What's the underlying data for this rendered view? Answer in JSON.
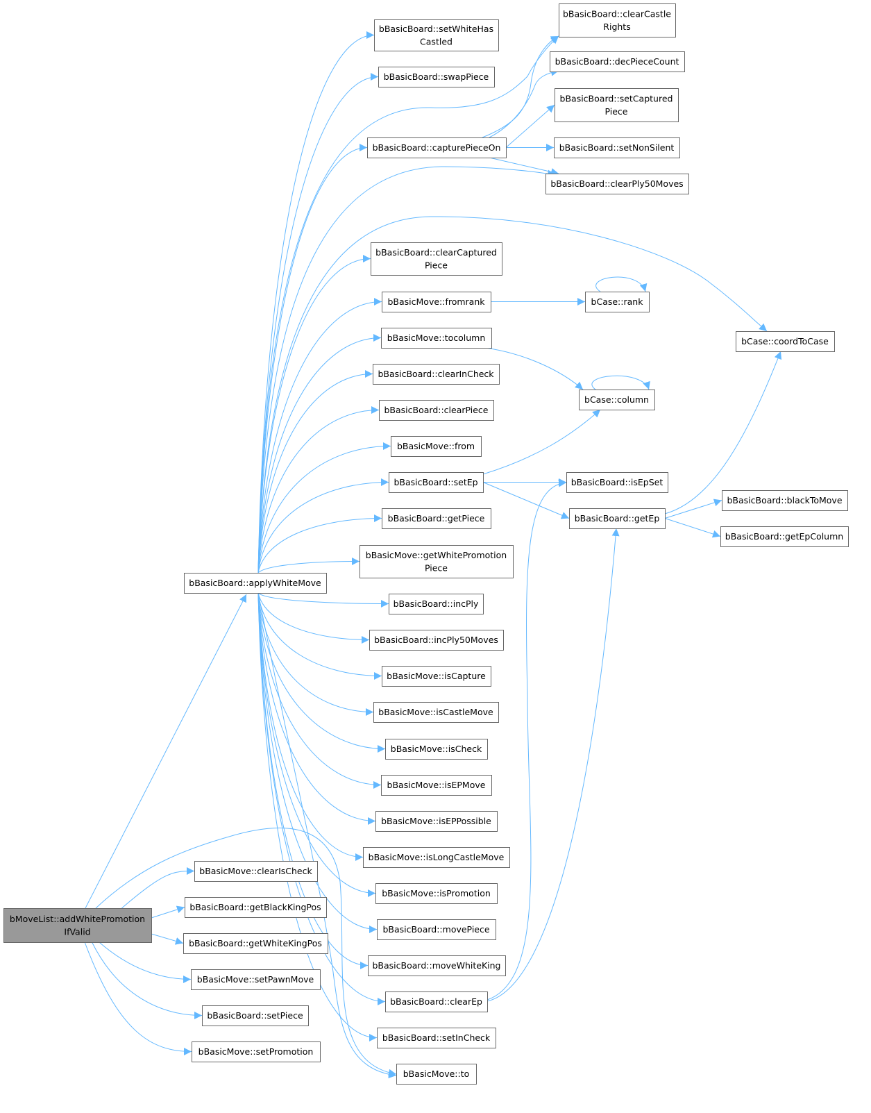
{
  "graph": {
    "colors": {
      "edge": "#63b8ff",
      "root_fill": "#999999",
      "node_border": "#666666"
    },
    "nodes": [
      {
        "id": "root",
        "lines": [
          "bMoveList::addWhitePromotion",
          "IfValid"
        ],
        "root": true
      },
      {
        "id": "apply",
        "lines": [
          "bBasicBoard::applyWhiteMove"
        ]
      },
      {
        "id": "clearIsCheck",
        "lines": [
          "bBasicMove::clearIsCheck"
        ]
      },
      {
        "id": "getBlackKingPos",
        "lines": [
          "bBasicBoard::getBlackKingPos"
        ]
      },
      {
        "id": "getWhiteKingPos",
        "lines": [
          "bBasicBoard::getWhiteKingPos"
        ]
      },
      {
        "id": "setPawnMove",
        "lines": [
          "bBasicMove::setPawnMove"
        ]
      },
      {
        "id": "setPiece",
        "lines": [
          "bBasicBoard::setPiece"
        ]
      },
      {
        "id": "setPromotion",
        "lines": [
          "bBasicMove::setPromotion"
        ]
      },
      {
        "id": "setWhiteHasCastled",
        "lines": [
          "bBasicBoard::setWhiteHas",
          "Castled"
        ]
      },
      {
        "id": "swapPiece",
        "lines": [
          "bBasicBoard::swapPiece"
        ]
      },
      {
        "id": "capturePieceOn",
        "lines": [
          "bBasicBoard::capturePieceOn"
        ]
      },
      {
        "id": "clearCapturedPiece",
        "lines": [
          "bBasicBoard::clearCaptured",
          "Piece"
        ]
      },
      {
        "id": "fromrank",
        "lines": [
          "bBasicMove::fromrank"
        ]
      },
      {
        "id": "tocolumn",
        "lines": [
          "bBasicMove::tocolumn"
        ]
      },
      {
        "id": "clearInCheck",
        "lines": [
          "bBasicBoard::clearInCheck"
        ]
      },
      {
        "id": "clearPiece",
        "lines": [
          "bBasicBoard::clearPiece"
        ]
      },
      {
        "id": "from",
        "lines": [
          "bBasicMove::from"
        ]
      },
      {
        "id": "setEp",
        "lines": [
          "bBasicBoard::setEp"
        ]
      },
      {
        "id": "getPiece",
        "lines": [
          "bBasicBoard::getPiece"
        ]
      },
      {
        "id": "getWhitePromotionPiece",
        "lines": [
          "bBasicMove::getWhitePromotion",
          "Piece"
        ]
      },
      {
        "id": "incPly",
        "lines": [
          "bBasicBoard::incPly"
        ]
      },
      {
        "id": "incPly50Moves",
        "lines": [
          "bBasicBoard::incPly50Moves"
        ]
      },
      {
        "id": "isCapture",
        "lines": [
          "bBasicMove::isCapture"
        ]
      },
      {
        "id": "isCastleMove",
        "lines": [
          "bBasicMove::isCastleMove"
        ]
      },
      {
        "id": "isCheck",
        "lines": [
          "bBasicMove::isCheck"
        ]
      },
      {
        "id": "isEPMove",
        "lines": [
          "bBasicMove::isEPMove"
        ]
      },
      {
        "id": "isEPPossible",
        "lines": [
          "bBasicMove::isEPPossible"
        ]
      },
      {
        "id": "isLongCastleMove",
        "lines": [
          "bBasicMove::isLongCastleMove"
        ]
      },
      {
        "id": "isPromotion",
        "lines": [
          "bBasicMove::isPromotion"
        ]
      },
      {
        "id": "movePiece",
        "lines": [
          "bBasicBoard::movePiece"
        ]
      },
      {
        "id": "moveWhiteKing",
        "lines": [
          "bBasicBoard::moveWhiteKing"
        ]
      },
      {
        "id": "clearEp",
        "lines": [
          "bBasicBoard::clearEp"
        ]
      },
      {
        "id": "setInCheck",
        "lines": [
          "bBasicBoard::setInCheck"
        ]
      },
      {
        "id": "to",
        "lines": [
          "bBasicMove::to"
        ]
      },
      {
        "id": "clearCastleRights",
        "lines": [
          "bBasicBoard::clearCastle",
          "Rights"
        ]
      },
      {
        "id": "decPieceCount",
        "lines": [
          "bBasicBoard::decPieceCount"
        ]
      },
      {
        "id": "setCapturedPiece",
        "lines": [
          "bBasicBoard::setCaptured",
          "Piece"
        ]
      },
      {
        "id": "setNonSilent",
        "lines": [
          "bBasicBoard::setNonSilent"
        ]
      },
      {
        "id": "clearPly50Moves",
        "lines": [
          "bBasicBoard::clearPly50Moves"
        ]
      },
      {
        "id": "rank",
        "lines": [
          "bCase::rank"
        ]
      },
      {
        "id": "column",
        "lines": [
          "bCase::column"
        ]
      },
      {
        "id": "isEpSet",
        "lines": [
          "bBasicBoard::isEpSet"
        ]
      },
      {
        "id": "getEp",
        "lines": [
          "bBasicBoard::getEp"
        ]
      },
      {
        "id": "coordToCase",
        "lines": [
          "bCase::coordToCase"
        ]
      },
      {
        "id": "blackToMove",
        "lines": [
          "bBasicBoard::blackToMove"
        ]
      },
      {
        "id": "getEpColumn",
        "lines": [
          "bBasicBoard::getEpColumn"
        ]
      }
    ],
    "edges": [
      [
        "root",
        "apply"
      ],
      [
        "root",
        "clearIsCheck"
      ],
      [
        "root",
        "getBlackKingPos"
      ],
      [
        "root",
        "getWhiteKingPos"
      ],
      [
        "root",
        "setPawnMove"
      ],
      [
        "root",
        "setPiece"
      ],
      [
        "root",
        "setPromotion"
      ],
      [
        "root",
        "to"
      ],
      [
        "apply",
        "setWhiteHasCastled"
      ],
      [
        "apply",
        "swapPiece"
      ],
      [
        "apply",
        "capturePieceOn"
      ],
      [
        "apply",
        "clearCastleRights"
      ],
      [
        "apply",
        "clearPly50Moves"
      ],
      [
        "apply",
        "coordToCase"
      ],
      [
        "apply",
        "clearCapturedPiece"
      ],
      [
        "apply",
        "fromrank"
      ],
      [
        "apply",
        "tocolumn"
      ],
      [
        "apply",
        "clearInCheck"
      ],
      [
        "apply",
        "clearPiece"
      ],
      [
        "apply",
        "from"
      ],
      [
        "apply",
        "setEp"
      ],
      [
        "apply",
        "getPiece"
      ],
      [
        "apply",
        "getWhitePromotionPiece"
      ],
      [
        "apply",
        "incPly"
      ],
      [
        "apply",
        "incPly50Moves"
      ],
      [
        "apply",
        "isCapture"
      ],
      [
        "apply",
        "isCastleMove"
      ],
      [
        "apply",
        "isCheck"
      ],
      [
        "apply",
        "isEPMove"
      ],
      [
        "apply",
        "isEPPossible"
      ],
      [
        "apply",
        "isLongCastleMove"
      ],
      [
        "apply",
        "isPromotion"
      ],
      [
        "apply",
        "movePiece"
      ],
      [
        "apply",
        "moveWhiteKing"
      ],
      [
        "apply",
        "clearEp"
      ],
      [
        "apply",
        "setInCheck"
      ],
      [
        "apply",
        "to"
      ],
      [
        "capturePieceOn",
        "clearCastleRights"
      ],
      [
        "capturePieceOn",
        "decPieceCount"
      ],
      [
        "capturePieceOn",
        "setCapturedPiece"
      ],
      [
        "capturePieceOn",
        "setNonSilent"
      ],
      [
        "capturePieceOn",
        "clearPly50Moves"
      ],
      [
        "fromrank",
        "rank"
      ],
      [
        "rank",
        "rank"
      ],
      [
        "tocolumn",
        "column"
      ],
      [
        "column",
        "column"
      ],
      [
        "setEp",
        "column"
      ],
      [
        "setEp",
        "isEpSet"
      ],
      [
        "setEp",
        "getEp"
      ],
      [
        "clearEp",
        "isEpSet"
      ],
      [
        "clearEp",
        "getEp"
      ],
      [
        "getEp",
        "coordToCase"
      ],
      [
        "getEp",
        "blackToMove"
      ],
      [
        "getEp",
        "getEpColumn"
      ]
    ]
  }
}
